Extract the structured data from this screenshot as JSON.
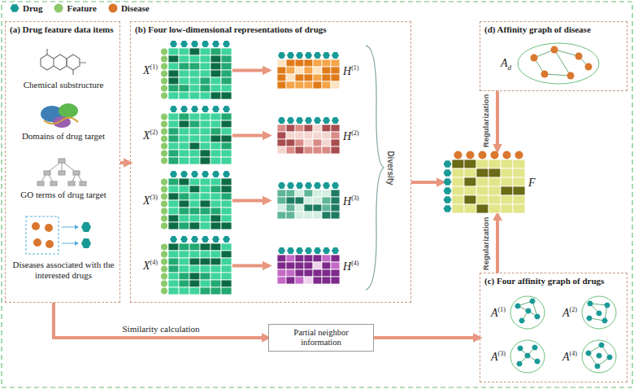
{
  "diagram": {
    "nodes": [
      {
        "text": [
          "(a) Drug feature data items"
        ]
      },
      {
        "text": [
          "Chemical substructure"
        ],
        "in": 0
      },
      {
        "text": [
          "Domains of drug target"
        ],
        "in": 0
      },
      {
        "text": [
          "GO terms of drug target"
        ],
        "in": 0
      },
      {
        "text": [
          "Diseases associated with the interested drugs"
        ],
        "in": 0
      },
      {
        "text": [
          "(b) Four low-dimensional representations of drugs"
        ]
      },
      {
        "text": [
          "X",
          "(1)"
        ],
        "in": 5
      },
      {
        "text": [
          "X",
          "(2)"
        ],
        "in": 5
      },
      {
        "text": [
          "X",
          "(3)"
        ],
        "in": 5
      },
      {
        "text": [
          "X",
          "(4)"
        ],
        "in": 5
      },
      {
        "text": [
          "H",
          "(1)"
        ],
        "in": 5
      },
      {
        "text": [
          "H",
          "(2)"
        ],
        "in": 5
      },
      {
        "text": [
          "H",
          "(3)"
        ],
        "in": 5
      },
      {
        "text": [
          "H",
          "(4)"
        ],
        "in": 5
      },
      {
        "text": [
          "(d) Affinity graph of disease"
        ]
      },
      {
        "text": [
          "A",
          "d"
        ],
        "in": 14
      },
      {
        "text": [
          "F"
        ]
      },
      {
        "text": [
          "(c) Four affinity graph of drugs"
        ]
      },
      {
        "text": [
          "A",
          "(1)"
        ],
        "in": 17
      },
      {
        "text": [
          "A",
          "(2)"
        ],
        "in": 17
      },
      {
        "text": [
          "A",
          "(3)"
        ],
        "in": 17
      },
      {
        "text": [
          "A",
          "(4)"
        ],
        "in": 17
      },
      {
        "text": [
          "Partial neighbor information"
        ]
      }
    ],
    "edges": [
      {
        "from": 0,
        "to": 5,
        "arrow": "to"
      },
      {
        "from": 6,
        "to": 10,
        "arrow": "to"
      },
      {
        "from": 7,
        "to": 11,
        "arrow": "to"
      },
      {
        "from": 8,
        "to": 12,
        "arrow": "to"
      },
      {
        "from": 9,
        "to": 13,
        "arrow": "to"
      },
      {
        "from": 5,
        "to": 16,
        "arrow": "to"
      },
      {
        "from": 14,
        "to": 16,
        "label": "Regularization",
        "arrow": "to"
      },
      {
        "from": 17,
        "to": 16,
        "label": "Regularization",
        "arrow": "to"
      },
      {
        "from": 0,
        "to": 22,
        "label": "Similarity calculation",
        "arrow": "to"
      },
      {
        "from": 22,
        "to": 17,
        "arrow": "to"
      }
    ],
    "labels": [
      "Diversity"
    ],
    "legend": [
      {
        "text": "Drug",
        "color": "#1a9a97"
      },
      {
        "text": "Feature",
        "color": "#8dc96b"
      },
      {
        "text": "Disease",
        "color": "#d9772e"
      }
    ]
  }
}
